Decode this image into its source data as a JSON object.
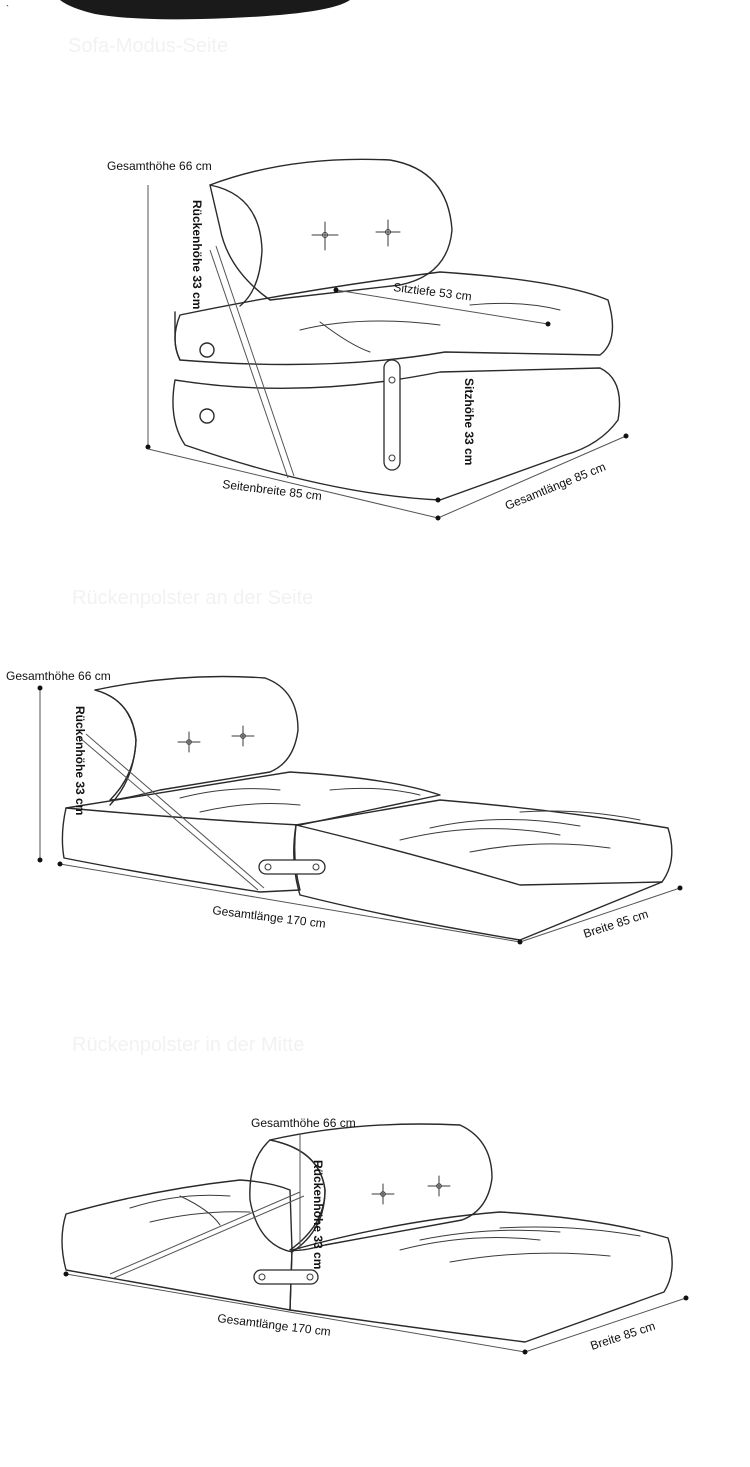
{
  "sections": [
    {
      "heading": "Sofa-Modus-Seite",
      "labels": {
        "total_height": "Gesamthöhe 66 cm",
        "back_height": "Rückenhöhe 33 cm",
        "seat_depth": "Sitztiefe 53 cm",
        "seat_height": "Sitzhöhe 33 cm",
        "side_width": "Seitenbreite 85 cm",
        "total_length": "Gesamtlänge 85 cm"
      }
    },
    {
      "heading": "Rückenpolster an der Seite",
      "labels": {
        "total_height": "Gesamthöhe 66 cm",
        "back_height": "Rückenhöhe 33 cm",
        "total_length": "Gesamtlänge 170 cm",
        "width": "Breite 85 cm"
      }
    },
    {
      "heading": "Rückenpolster in der Mitte",
      "labels": {
        "total_height": "Gesamthöhe 66 cm",
        "back_height": "Rückenhöhe 33 cm",
        "total_length": "Gesamtlänge 170 cm",
        "width": "Breite 85 cm"
      }
    }
  ],
  "colors": {
    "line": "#2a2a2a",
    "text": "#111111",
    "watermark": "#f2f2f2"
  }
}
